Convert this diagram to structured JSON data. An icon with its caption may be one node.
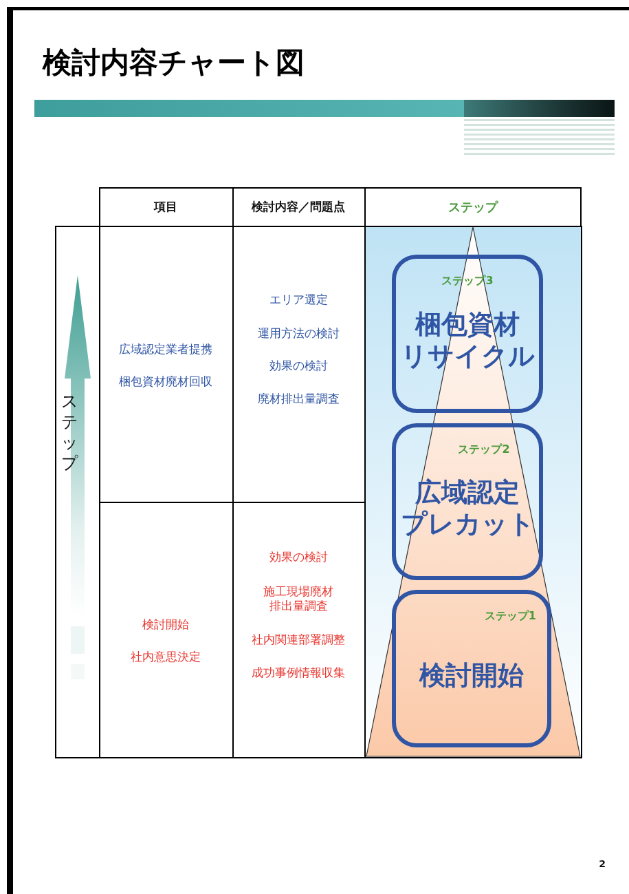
{
  "diagram": {
    "title": "検討内容チャート図",
    "nodes": [
      {
        "text": [
          "ステップ3",
          "梱包資材リサイクル"
        ]
      },
      {
        "text": [
          "ステップ2",
          "広域認定プレカット"
        ]
      },
      {
        "text": [
          "ステップ1",
          "検討開始"
        ]
      }
    ],
    "labels": [
      "項目",
      "検討内容／問題点",
      "ステップ",
      "ステップ",
      "広域認定業者提携",
      "梱包資材廃材回収",
      "エリア選定",
      "運用方法の検討",
      "効果の検討",
      "廃材排出量調査",
      "検討開始",
      "社内意思決定",
      "効果の検討",
      "施工現場廃材排出量調査",
      "社内関連部署調整",
      "成功事例情報収集",
      "2"
    ]
  }
}
